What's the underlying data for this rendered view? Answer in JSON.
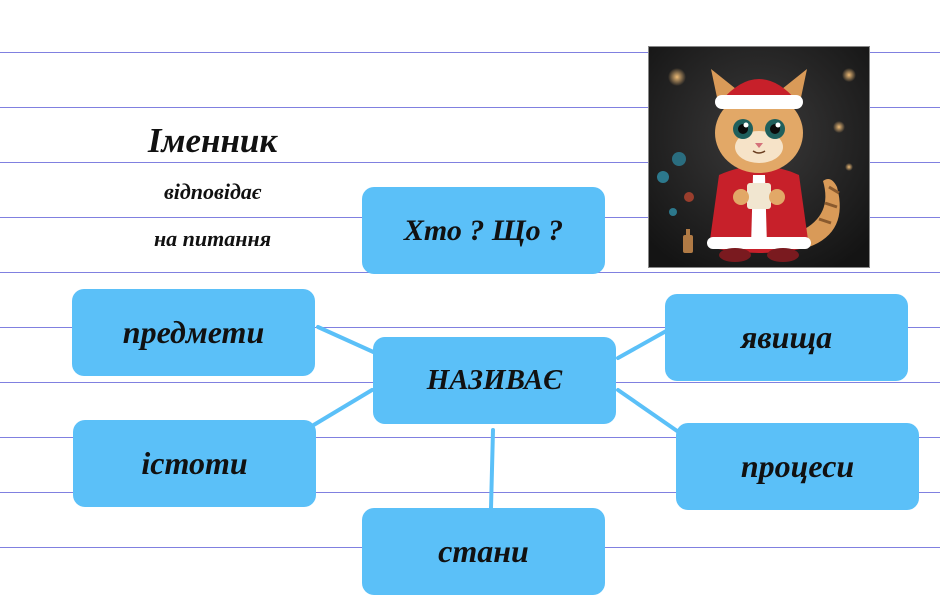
{
  "heading": {
    "title": "Іменник",
    "line2": "відповідає",
    "line3": "на питання"
  },
  "question_box": {
    "label": "Хто ? Що ?"
  },
  "center_box": {
    "label": "НАЗИВАЄ"
  },
  "nodes": {
    "objects": "предмети",
    "beings": "істоти",
    "states": "стани",
    "phenomena": "явища",
    "processes": "процеси"
  },
  "colors": {
    "box_fill": "#5bc0f8",
    "ruled_line": "#8080e0",
    "connector": "#5bc0f8"
  },
  "picture": {
    "icon": "santa-cat-illustration"
  }
}
